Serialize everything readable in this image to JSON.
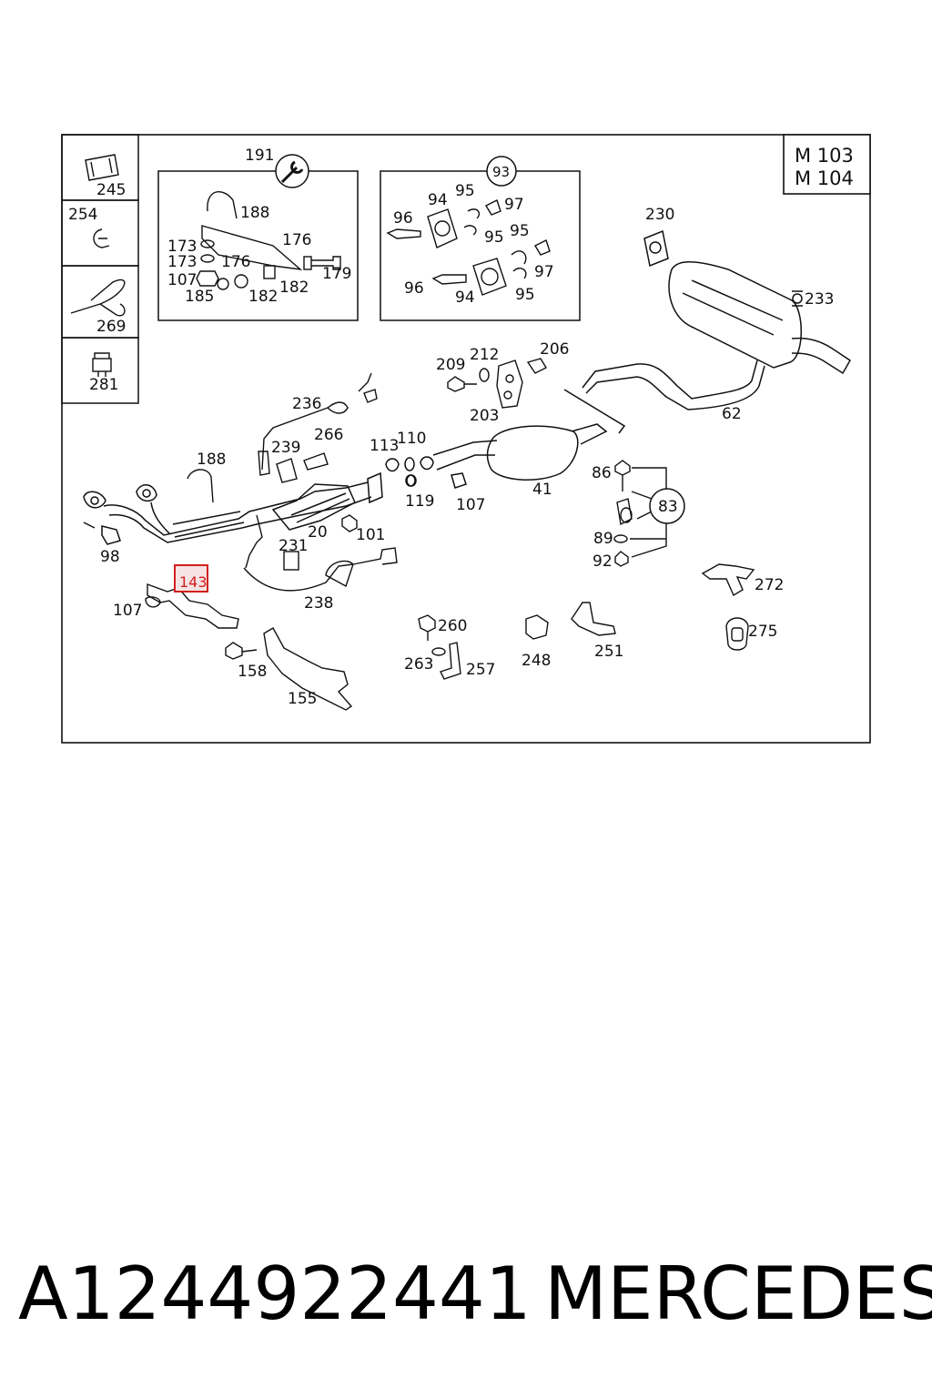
{
  "models": [
    "M 103",
    "M 104"
  ],
  "highlighted_part": "143",
  "part_number": "A1244922441",
  "brand": "MERCEDES",
  "callouts": {
    "p245": "245",
    "p254": "254",
    "p269": "269",
    "p281": "281",
    "p191": "191",
    "p188a": "188",
    "p173a": "173",
    "p173b": "173",
    "p176a": "176",
    "p176b": "176",
    "p107a": "107",
    "p185": "185",
    "p182a": "182",
    "p182b": "182",
    "p179": "179",
    "p93": "93",
    "p94a": "94",
    "p95a": "95",
    "p97a": "97",
    "p96a": "96",
    "p95b": "95",
    "p95c": "95",
    "p97b": "97",
    "p96b": "96",
    "p94b": "94",
    "p95d": "95",
    "p230": "230",
    "p233": "233",
    "p62": "62",
    "p209": "209",
    "p212": "212",
    "p206": "206",
    "p203": "203",
    "p236": "236",
    "p266": "266",
    "p239": "239",
    "p188b": "188",
    "p113": "113",
    "p110": "110",
    "p119": "119",
    "p107b": "107",
    "p41": "41",
    "p86": "86",
    "p83": "83",
    "p89": "89",
    "p92": "92",
    "p98": "98",
    "p20": "20",
    "p101": "101",
    "p231": "231",
    "p238": "238",
    "p107c": "107",
    "p158": "158",
    "p155": "155",
    "p260": "260",
    "p263": "263",
    "p257": "257",
    "p248": "248",
    "p251": "251",
    "p272": "272",
    "p275": "275"
  }
}
